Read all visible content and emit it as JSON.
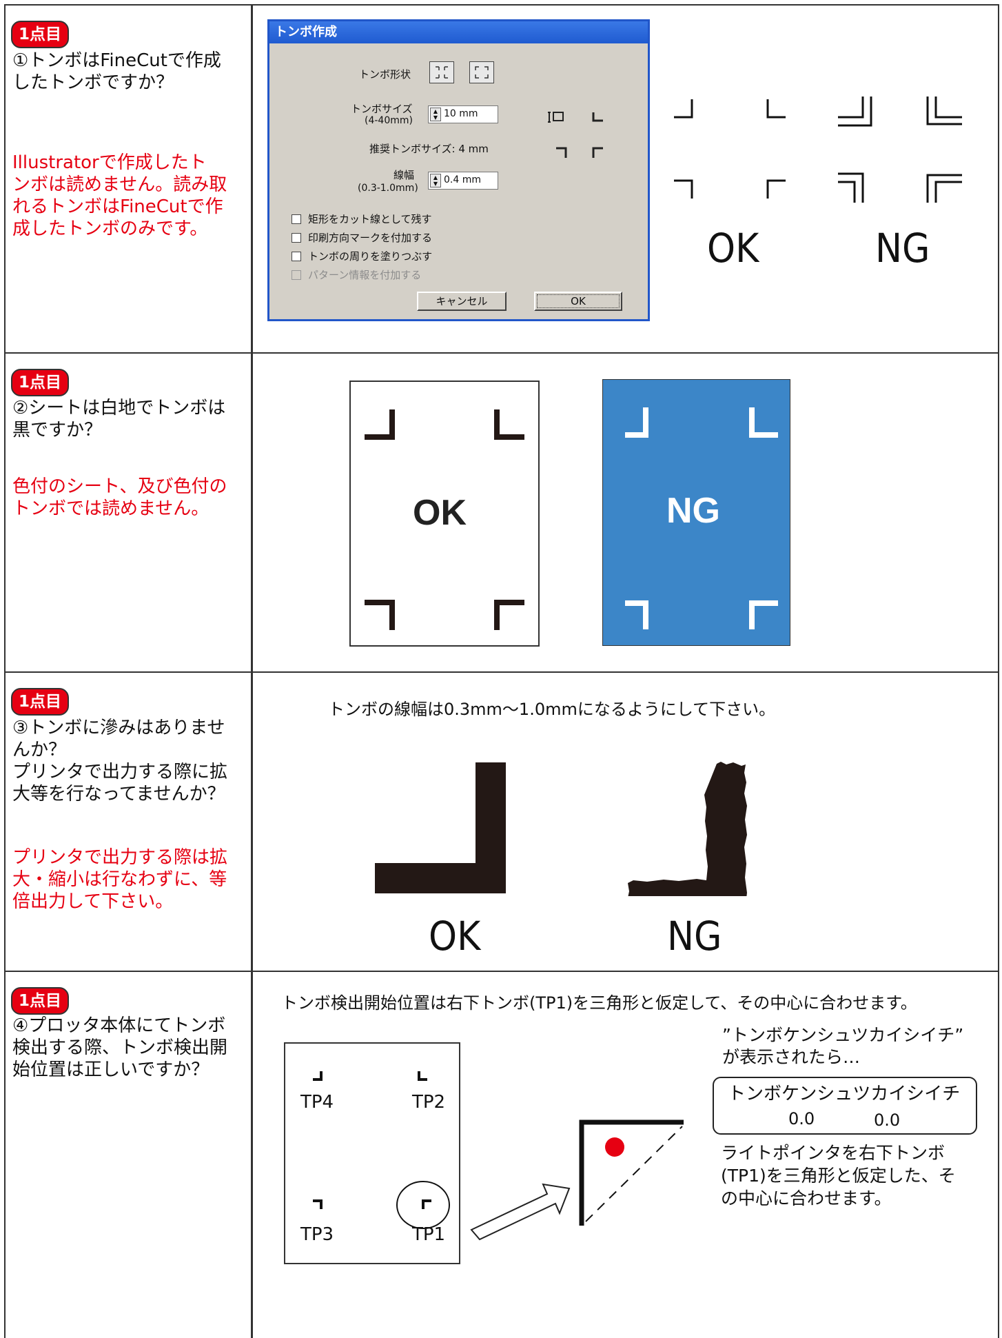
{
  "rows": [
    {
      "badge": "1点目",
      "question": [
        "①トンボはFineCutで作成",
        "したトンボですか？"
      ],
      "answer": [
        "Illustratorで作成したト",
        "ンボは読めません。読み取",
        "れるトンボはFineCutで作",
        "成したトンボのみです。"
      ],
      "ok_label": "OK",
      "ng_label": "NG"
    },
    {
      "badge": "1点目",
      "question": [
        "②シートは白地でトンボは",
        "黒ですか？"
      ],
      "answer": [
        "色付のシート、及び色付の",
        "トンボでは読めません。"
      ],
      "ok_label": "OK",
      "ng_label": "NG"
    },
    {
      "badge": "1点目",
      "question": [
        "③トンボに滲みはありませ",
        "んか？",
        "プリンタで出力する際に拡",
        "大等を行なってませんか？"
      ],
      "answer": [
        "プリンタで出力する際は拡",
        "大・縮小は行なわずに、等",
        "倍出力して下さい。"
      ],
      "note": "トンボの線幅は0.3mm〜1.0mmになるようにして下さい。",
      "ok_label": "OK",
      "ng_label": "NG"
    },
    {
      "badge": "1点目",
      "question": [
        "④プロッタ本体にてトンボ",
        "検出する際、トンボ検出開",
        "始位置は正しいですか？"
      ],
      "note": "トンボ検出開始位置は右下トンボ(TP1)を三角形と仮定して、その中心に合わせます。",
      "tp_labels": [
        "TP4",
        "TP2",
        "TP3",
        "TP1"
      ],
      "display_intro": [
        "”トンボケンシュツカイシイチ”",
        "が表示されたら…"
      ],
      "lcd_title": "トンボケンシュツカイシイチ",
      "lcd_values": [
        "0.0",
        "0.0"
      ],
      "instruction": [
        "ライトポインタを右下トンボ",
        "(TP1)を三角形と仮定した、そ",
        "の中心に合わせます。"
      ]
    }
  ],
  "dialog": {
    "title": "トンボ作成",
    "shape_label": "トンボ形状",
    "size_label": "トンボサイズ",
    "size_range": "(4-40mm)",
    "size_value": "10 mm",
    "recommended": "推奨トンボサイズ:  4 mm",
    "width_label": "線幅",
    "width_range": "(0.3-1.0mm)",
    "width_value": "0.4 mm",
    "checks": [
      "矩形をカット線として残す",
      "印刷方向マークを付加する",
      "トンボの周りを塗りつぶす",
      "パターン情報を付加する"
    ],
    "cancel": "キャンセル",
    "ok": "OK"
  },
  "colors": {
    "badge": "#e60012",
    "answer_text": "#e60012",
    "ng_sheet": "#3c86c8",
    "dialog_title": "#1f5bd0",
    "pointer": "#e60012"
  }
}
